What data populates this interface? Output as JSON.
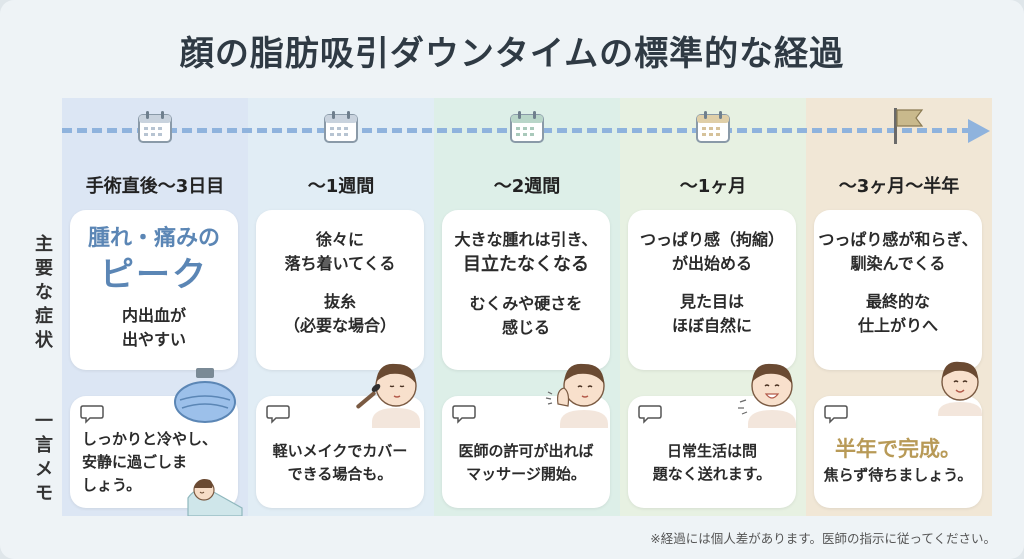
{
  "title": "顔の脂肪吸引ダウンタイムの標準的な経過",
  "row_labels": {
    "symptoms": [
      "主",
      "要",
      "な",
      "症",
      "状"
    ],
    "memo": [
      "一",
      "言",
      "メ",
      "モ"
    ]
  },
  "stages": [
    {
      "label": "手術直後〜3日目",
      "symptoms": {
        "accent1": "腫れ・痛みの",
        "accent2": "ピーク",
        "lines": [
          "内出血が",
          "出やすい"
        ]
      },
      "memo": [
        "しっかりと冷やし、",
        "安静に過ごしま",
        "しょう。"
      ]
    },
    {
      "label": "〜1週間",
      "symptoms": {
        "lines1": [
          "徐々に",
          "落ち着いてくる"
        ],
        "lines2": [
          "抜糸",
          "（必要な場合）"
        ]
      },
      "memo": [
        "軽いメイクでカバー",
        "できる場合も。"
      ]
    },
    {
      "label": "〜2週間",
      "symptoms": {
        "line": "大きな腫れは引き、",
        "big": "目立たなくなる",
        "lines2": [
          "むくみや硬さを",
          "感じる"
        ]
      },
      "memo": [
        "医師の許可が出れば",
        "マッサージ開始。"
      ]
    },
    {
      "label": "〜1ヶ月",
      "symptoms": {
        "lines1": [
          "つっぱり感（拘縮）",
          "が出始める"
        ],
        "lines2": [
          "見た目は",
          "ほぼ自然に"
        ]
      },
      "memo": [
        "日常生活は問",
        "題なく送れます。"
      ]
    },
    {
      "label": "〜3ヶ月〜半年",
      "symptoms": {
        "lines1": [
          "つっぱり感が和らぎ、",
          "馴染んでくる"
        ],
        "lines2": [
          "最終的な",
          "仕上がりへ"
        ]
      },
      "memo": {
        "accent": "半年で完成。",
        "line": "焦らず待ちましょう。"
      }
    }
  ],
  "footnote": "※経過には個人差があります。医師の指示に従ってください。",
  "colors": {
    "col1": "#dde7f5",
    "col2": "#e3eef6",
    "col3": "#e0f0ea",
    "col4": "#e9f2e4",
    "col5": "#f1e8d8",
    "accent_blue": "#5b86b5",
    "accent_gold": "#b89a57",
    "timeline": "#8fb3dd"
  }
}
